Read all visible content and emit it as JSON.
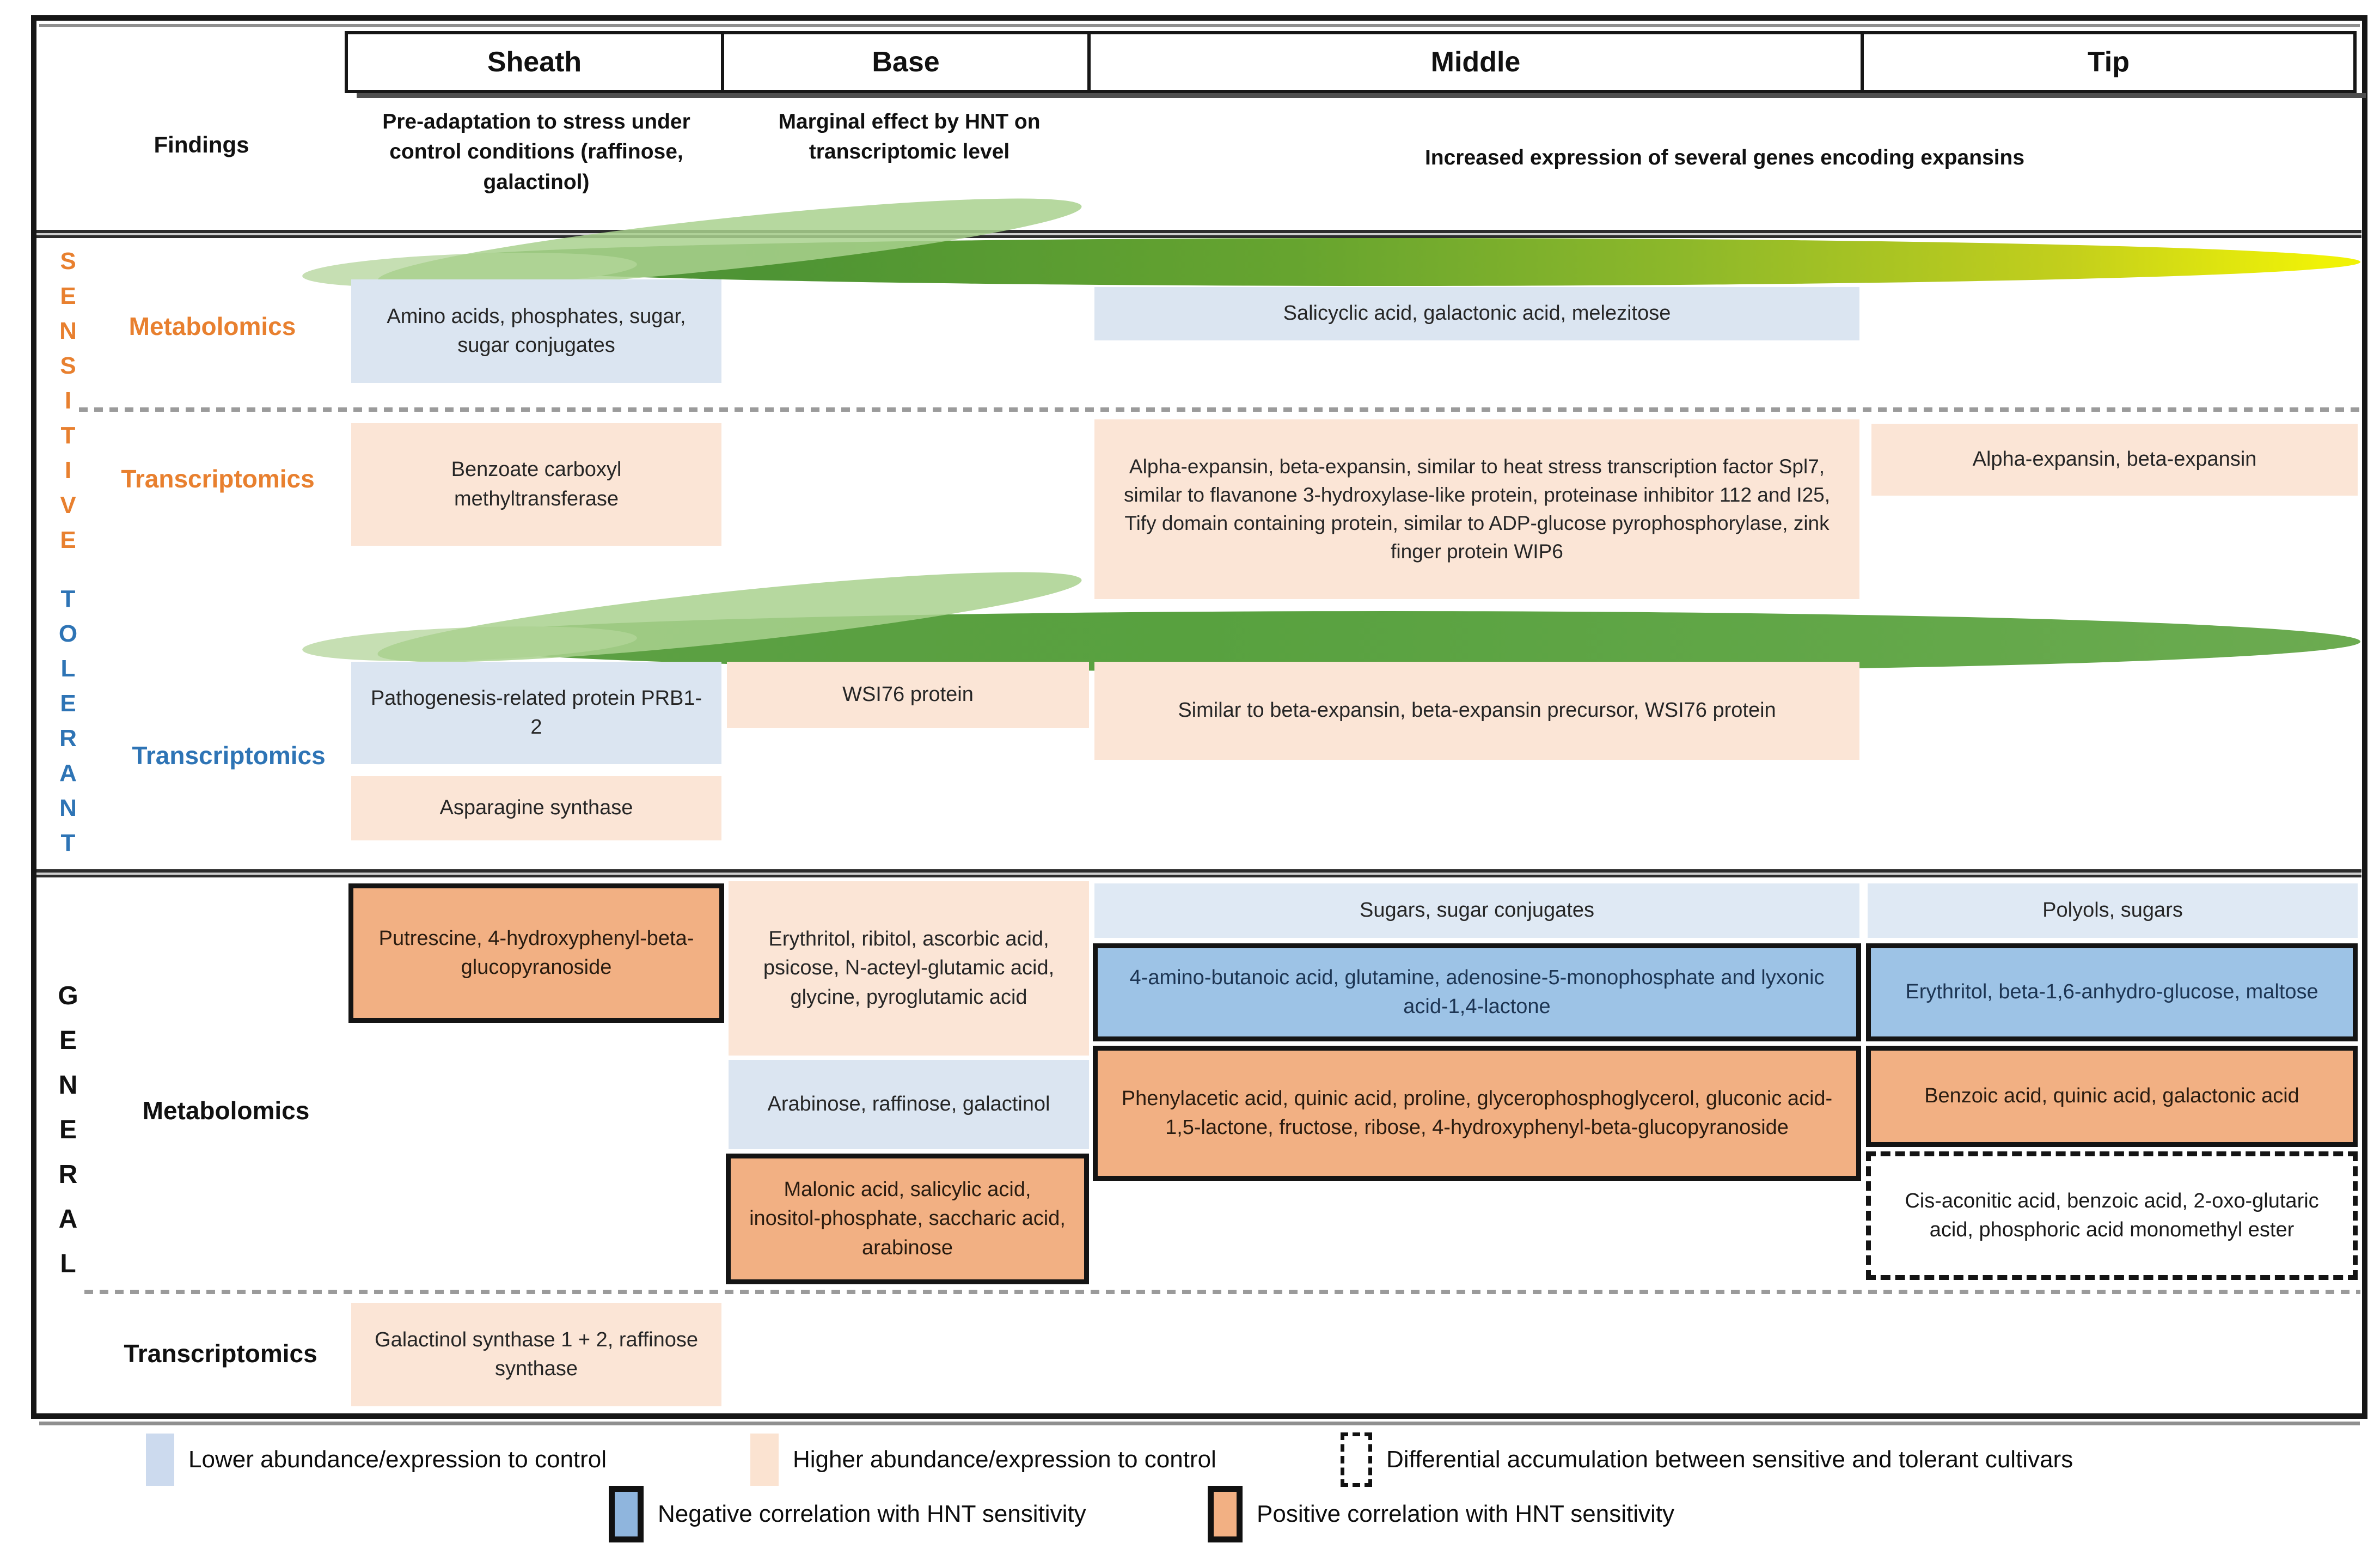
{
  "header": {
    "columns": {
      "sheath": "Sheath",
      "base": "Base",
      "middle": "Middle",
      "tip": "Tip"
    },
    "findings_label": "Findings",
    "findings": {
      "sheath": "Pre-adaptation to stress under control conditions (raffinose, galactinol)",
      "base": "Marginal effect by HNT on transcriptomic level",
      "middle_tip": "Increased expression of several genes encoding expansins"
    }
  },
  "sensitive": {
    "side_label": "S\nE\nN\nS\nI\nT\nI\nV\nE",
    "metabolomics": {
      "row_label": "Metabolomics",
      "sheath": "Amino acids, phosphates, sugar, sugar conjugates",
      "middle": "Salicyclic acid, galactonic acid, melezitose"
    },
    "transcriptomics": {
      "row_label": "Transcriptomics",
      "sheath": "Benzoate carboxyl methyltransferase",
      "middle": "Alpha-expansin, beta-expansin, similar to heat stress transcription factor Spl7, similar to flavanone 3-hydroxylase-like protein, proteinase inhibitor 112 and I25, Tify domain containing protein, similar to ADP-glucose pyrophosphorylase, zink finger protein WIP6",
      "tip": "Alpha-expansin, beta-expansin"
    }
  },
  "tolerant": {
    "side_label": "T\nO\nL\nE\nR\nA\nN\nT",
    "transcriptomics": {
      "row_label": "Transcriptomics",
      "sheath_lower": "Pathogenesis-related protein PRB1-2",
      "sheath_higher": "Asparagine synthase",
      "base": "WSI76 protein",
      "middle": "Similar to beta-expansin, beta-expansin precursor, WSI76 protein"
    }
  },
  "general": {
    "side_label": "G\nE\nN\nE\nR\nA\nL",
    "metabolomics": {
      "row_label": "Metabolomics",
      "sheath_positive": "Putrescine, 4-hydroxyphenyl-beta-glucopyranoside",
      "base_higher": "Erythritol, ribitol, ascorbic acid, psicose, N-acteyl-glutamic acid, glycine, pyroglutamic acid",
      "base_lower": "Arabinose, raffinose, galactinol",
      "base_positive": "Malonic acid, salicylic acid, inositol-phosphate, saccharic acid, arabinose",
      "middle_lower": "Sugars, sugar conjugates",
      "middle_negative": "4-amino-butanoic acid, glutamine, adenosine-5-monophosphate and lyxonic acid-1,4-lactone",
      "middle_positive": "Phenylacetic acid, quinic acid, proline, glycerophosphoglycerol, gluconic acid-1,5-lactone, fructose, ribose, 4-hydroxyphenyl-beta-glucopyranoside",
      "tip_lower": "Polyols, sugars",
      "tip_negative": "Erythritol, beta-1,6-anhydro-glucose, maltose",
      "tip_positive": "Benzoic acid, quinic acid, galactonic acid",
      "tip_differential": "Cis-aconitic acid, benzoic acid, 2-oxo-glutaric acid, phosphoric acid monomethyl ester"
    },
    "transcriptomics": {
      "row_label": "Transcriptomics",
      "sheath": "Galactinol synthase 1 + 2, raffinose synthase"
    }
  },
  "legend": {
    "lower": "Lower abundance/expression to control",
    "higher": "Higher abundance/expression to control",
    "differential": "Differential accumulation between sensitive and tolerant cultivars",
    "negative": "Negative correlation with HNT sensitivity",
    "positive": "Positive correlation with HNT sensitivity"
  },
  "colors": {
    "lower_fill": "#dbe5f1",
    "higher_fill": "#fbe5d6",
    "negative_fill": "#9dc3e6",
    "positive_fill": "#f2b083",
    "sensitive_label": "#e8802f",
    "tolerant_label": "#2e74b5",
    "leaf_green": "#58a13f",
    "leaf_tip_yellow": "#f0f207"
  }
}
